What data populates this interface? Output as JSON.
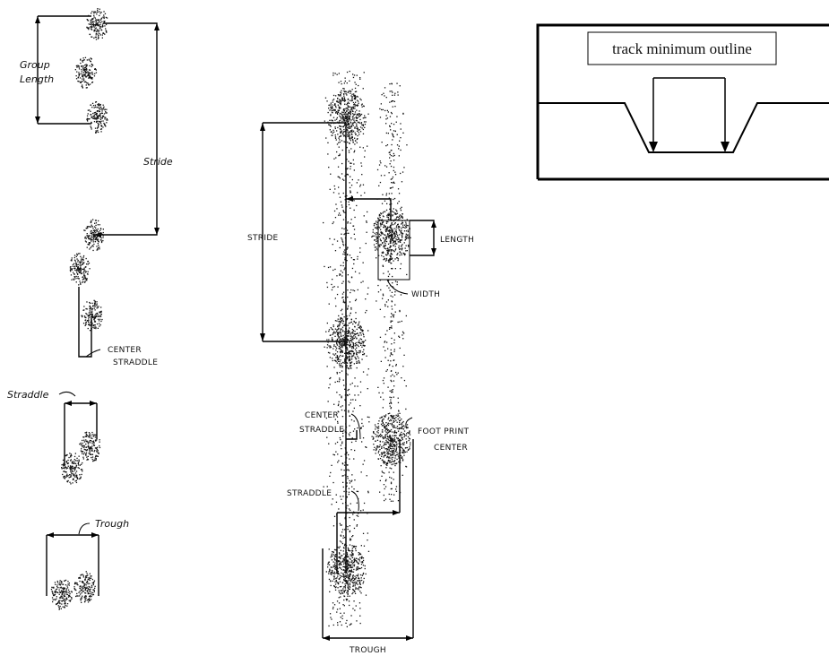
{
  "labels": {
    "group_length_1": "Group",
    "group_length_2": "Length",
    "stride_small": "Stride",
    "center_straddle_small_1": "CENTER",
    "center_straddle_small_2": "STRADDLE",
    "straddle_small": "Straddle",
    "trough_small": "Trough",
    "stride_main": "STRIDE",
    "length_main": "LENGTH",
    "width_main": "WIDTH",
    "center_straddle_main_1": "CENTER",
    "center_straddle_main_2": "STRADDLE",
    "footprint_center_1": "FOOT PRINT",
    "footprint_center_2": "CENTER",
    "straddle_main": "STRADDLE",
    "trough_main": "TROUGH",
    "track_minimum_outline": "track minimum outline"
  }
}
